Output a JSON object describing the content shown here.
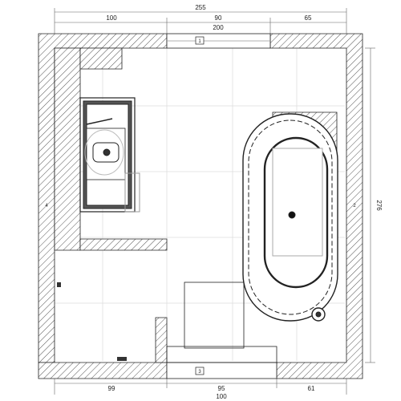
{
  "plan": {
    "dimensions": {
      "top_total": "255",
      "top_segments": [
        "100",
        "90",
        "65"
      ],
      "top_inner": "200",
      "right_height": "276",
      "bottom_segments": [
        "99",
        "95",
        "61"
      ],
      "bottom_total": "100"
    },
    "wall_tags": {
      "top": "1",
      "right": "2",
      "bottom": "3",
      "left": "4"
    },
    "fixtures": [
      "washbasin-vanity",
      "freestanding-bathtub",
      "bath-mixer",
      "door-opening"
    ],
    "colors": {
      "wall_hatch": "#444444",
      "line": "#222222",
      "grid": "#dddddd"
    }
  }
}
